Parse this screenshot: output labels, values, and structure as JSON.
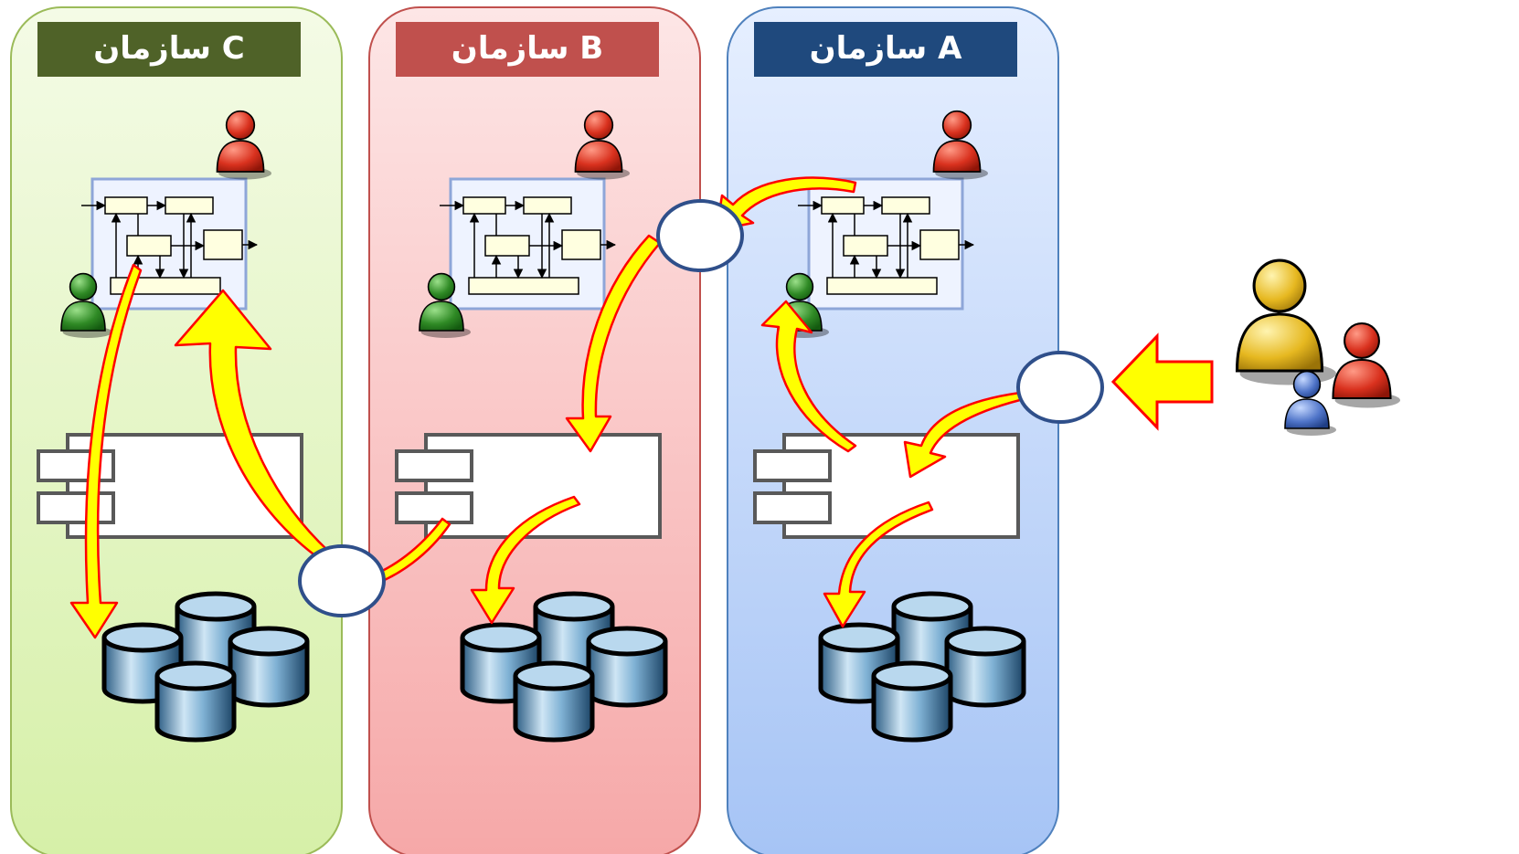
{
  "organizations": [
    {
      "id": "c",
      "title": "سازمان  C",
      "header_color": "#4f6228",
      "fill_top": "#f4fbe6",
      "fill_bottom": "#d6f0a8",
      "border": "#9bbb59"
    },
    {
      "id": "b",
      "title": "سازمان B",
      "header_color": "#c0504d",
      "fill_top": "#fde6e6",
      "fill_bottom": "#f6a8a8",
      "border": "#c0504d"
    },
    {
      "id": "a",
      "title": "سازمان A",
      "header_color": "#1f497d",
      "fill_top": "#e6efff",
      "fill_bottom": "#a6c4f5",
      "border": "#4f81bd"
    }
  ],
  "components_per_org": [
    "red-user-icon",
    "process-flow-diagram",
    "green-user-icon",
    "component-icon",
    "database-cluster-icon"
  ],
  "external_actor": {
    "icon": "user-group-icon"
  },
  "connectors": [
    "interface-circle",
    "yellow-curved-arrow",
    "yellow-block-arrow"
  ]
}
